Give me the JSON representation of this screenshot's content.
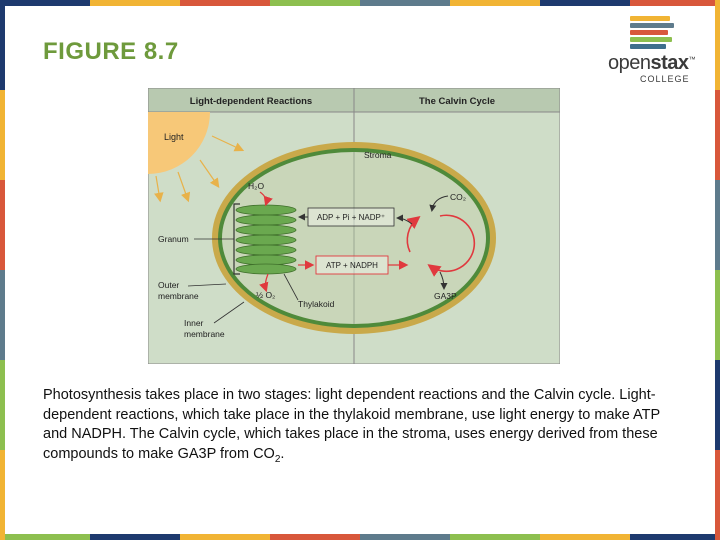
{
  "slide": {
    "title": "FIGURE 8.7",
    "caption_main": "Photosynthesis takes place in two stages: light dependent reactions and the Calvin cycle. Light-dependent reactions, which take place in the thylakoid membrane, use light energy to make ATP and NADPH. The Calvin cycle, which takes place in the stroma, uses energy derived from these compounds to make GA3P from CO",
    "caption_sub": "2",
    "caption_end": "."
  },
  "logo": {
    "brand_light": "open",
    "brand_bold": "stax",
    "trademark": "™",
    "sub": "COLLEGE",
    "bar_colors": [
      "#f1b434",
      "#5e7b8c",
      "#d8573b",
      "#8dbf4f",
      "#3f6f8c"
    ]
  },
  "stripe_colors": [
    "#1e3a6e",
    "#f1b434",
    "#d8573b",
    "#8dbf4f",
    "#5e7b8c",
    "#f1b434",
    "#1e3a6e",
    "#d8573b"
  ],
  "diagram": {
    "header_left": "Light-dependent Reactions",
    "header_right": "The Calvin Cycle",
    "light": "Light",
    "stroma": "Stroma",
    "h2o": "H₂O",
    "co2": "CO₂",
    "adp": "ADP + Pi + NADP⁺",
    "atp": "ATP + NADPH",
    "ga3p": "GA3P",
    "granum": "Granum",
    "outer_membrane_1": "Outer",
    "outer_membrane_2": "membrane",
    "inner_membrane_1": "Inner",
    "inner_membrane_2": "membrane",
    "half_o2": "½ O₂",
    "thylakoid": "Thylakoid",
    "colors": {
      "panel": "#cfddc8",
      "header": "#b8c9b0",
      "chloroplast_fill": "#c9d6b9",
      "outer_membrane": "#c9a94a",
      "inner_membrane": "#4f8a3a",
      "thylakoid": "#6aa84f",
      "sun": "#f7c878",
      "cycle_red": "#e0393e"
    }
  }
}
